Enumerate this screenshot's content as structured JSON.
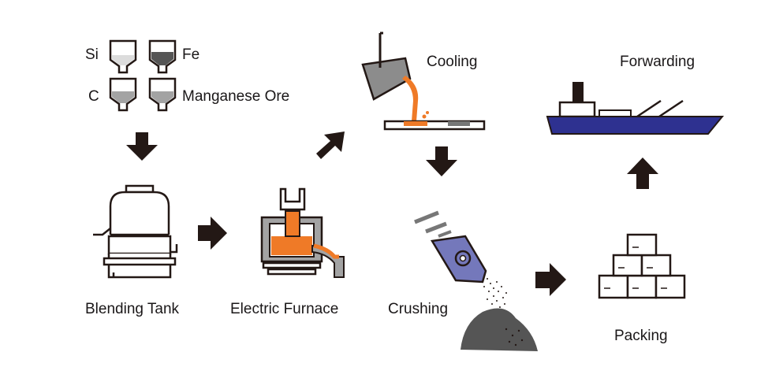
{
  "materials": {
    "si": "Si",
    "fe": "Fe",
    "c": "C",
    "manganese_ore": "Manganese Ore"
  },
  "steps": {
    "blending_tank": "Blending Tank",
    "electric_furnace": "Electric Furnace",
    "cooling": "Cooling",
    "crushing": "Crushing",
    "packing": "Packing",
    "forwarding": "Forwarding"
  },
  "colors": {
    "outline": "#231815",
    "molten_metal": "#ef7a27",
    "crusher": "#7478bb",
    "ship_hull": "#2e3190",
    "gray_fill": "#a3a3a3",
    "dark_gray": "#555555"
  }
}
